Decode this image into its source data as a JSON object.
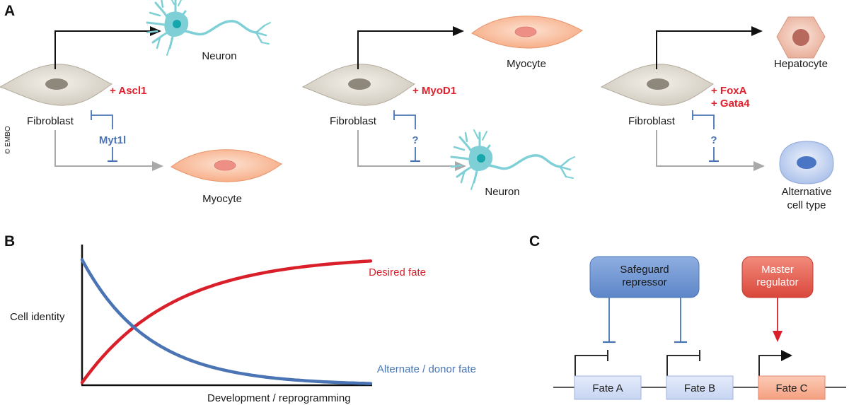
{
  "copyright": "© EMBO",
  "panels": {
    "A": {
      "letter": "A",
      "columns": [
        {
          "source": "Fibroblast",
          "factor_lines": [
            "+ Ascl1"
          ],
          "desired": "Neuron",
          "inhibitor": "Myt1l",
          "alternate_lines": [
            "Myocyte"
          ]
        },
        {
          "source": "Fibroblast",
          "factor_lines": [
            "+ MyoD1"
          ],
          "desired": "Myocyte",
          "inhibitor": "?",
          "alternate_lines": [
            "Neuron"
          ]
        },
        {
          "source": "Fibroblast",
          "factor_lines": [
            "+ FoxA",
            "+ Gata4"
          ],
          "desired": "Hepatocyte",
          "inhibitor": "?",
          "alternate_lines": [
            "Alternative",
            "cell type"
          ]
        }
      ]
    },
    "B": {
      "letter": "B",
      "ylabel": "Cell identity",
      "xlabel": "Development / reprogramming",
      "series_labels": {
        "desired": "Desired fate",
        "alternate": "Alternate / donor fate"
      }
    },
    "C": {
      "letter": "C",
      "safeguard_lines": [
        "Safeguard",
        "repressor"
      ],
      "master_lines": [
        "Master",
        "regulator"
      ],
      "fates": [
        "Fate A",
        "Fate B",
        "Fate C"
      ]
    }
  },
  "colors": {
    "desired_curve": "#d9202a",
    "alternate_curve": "#4a74b4",
    "factor_text": "#e0202c",
    "inhibitor": "#4a74b4",
    "fibroblast": "#d9d4cb",
    "neuron": "#7fd0d6",
    "myocyte": "#f8b894",
    "hepatocyte": "#f0c4b2",
    "alternative_cell": "#b6c9ec"
  }
}
